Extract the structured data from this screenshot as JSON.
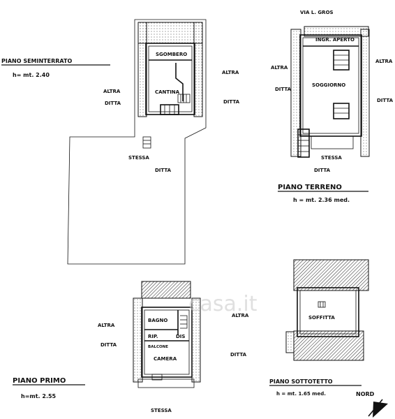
{
  "seminterrato": {
    "title": "PIANO SEMINTERRATO",
    "height": "h= mt. 2.40",
    "room_sgombero": "SGOMBERO",
    "room_cantina": "CANTINA",
    "left_altra": "ALTRA",
    "left_ditta": "DITTA",
    "right_altra": "ALTRA",
    "right_ditta": "DITTA",
    "bottom_stessa": "STESSA",
    "bottom_ditta": "DITTA"
  },
  "terreno": {
    "street": "VIA L. GROS",
    "title": "PIANO TERRENO",
    "height": "h = mt. 2.36 med.",
    "room_ingresso": "INGR. APERTO",
    "room_soggiorno": "SOGGIORNO",
    "left_altra": "ALTRA",
    "left_ditta": "DITTA",
    "right_altra": "ALTRA",
    "right_ditta": "DITTA",
    "bottom_stessa": "STESSA",
    "bottom_ditta": "DITTA"
  },
  "primo": {
    "title": "PIANO PRIMO",
    "height": "h=mt. 2.55",
    "room_bagno": "BAGNO",
    "room_rip": "RIP.",
    "room_dis": "DIS",
    "room_balcone": "BALCONE",
    "room_camera": "CAMERA",
    "left_altra": "ALTRA",
    "left_ditta": "DITTA",
    "right_altra": "ALTRA",
    "right_ditta": "DITTA",
    "bottom_stessa": "STESSA"
  },
  "sottotetto": {
    "title": "PIANO SOTTOTETTO",
    "height": "h = mt. 1.65 med.",
    "room_soffitta": "SOFFITTA"
  },
  "north_label": "NORD",
  "watermark": "casa.it"
}
